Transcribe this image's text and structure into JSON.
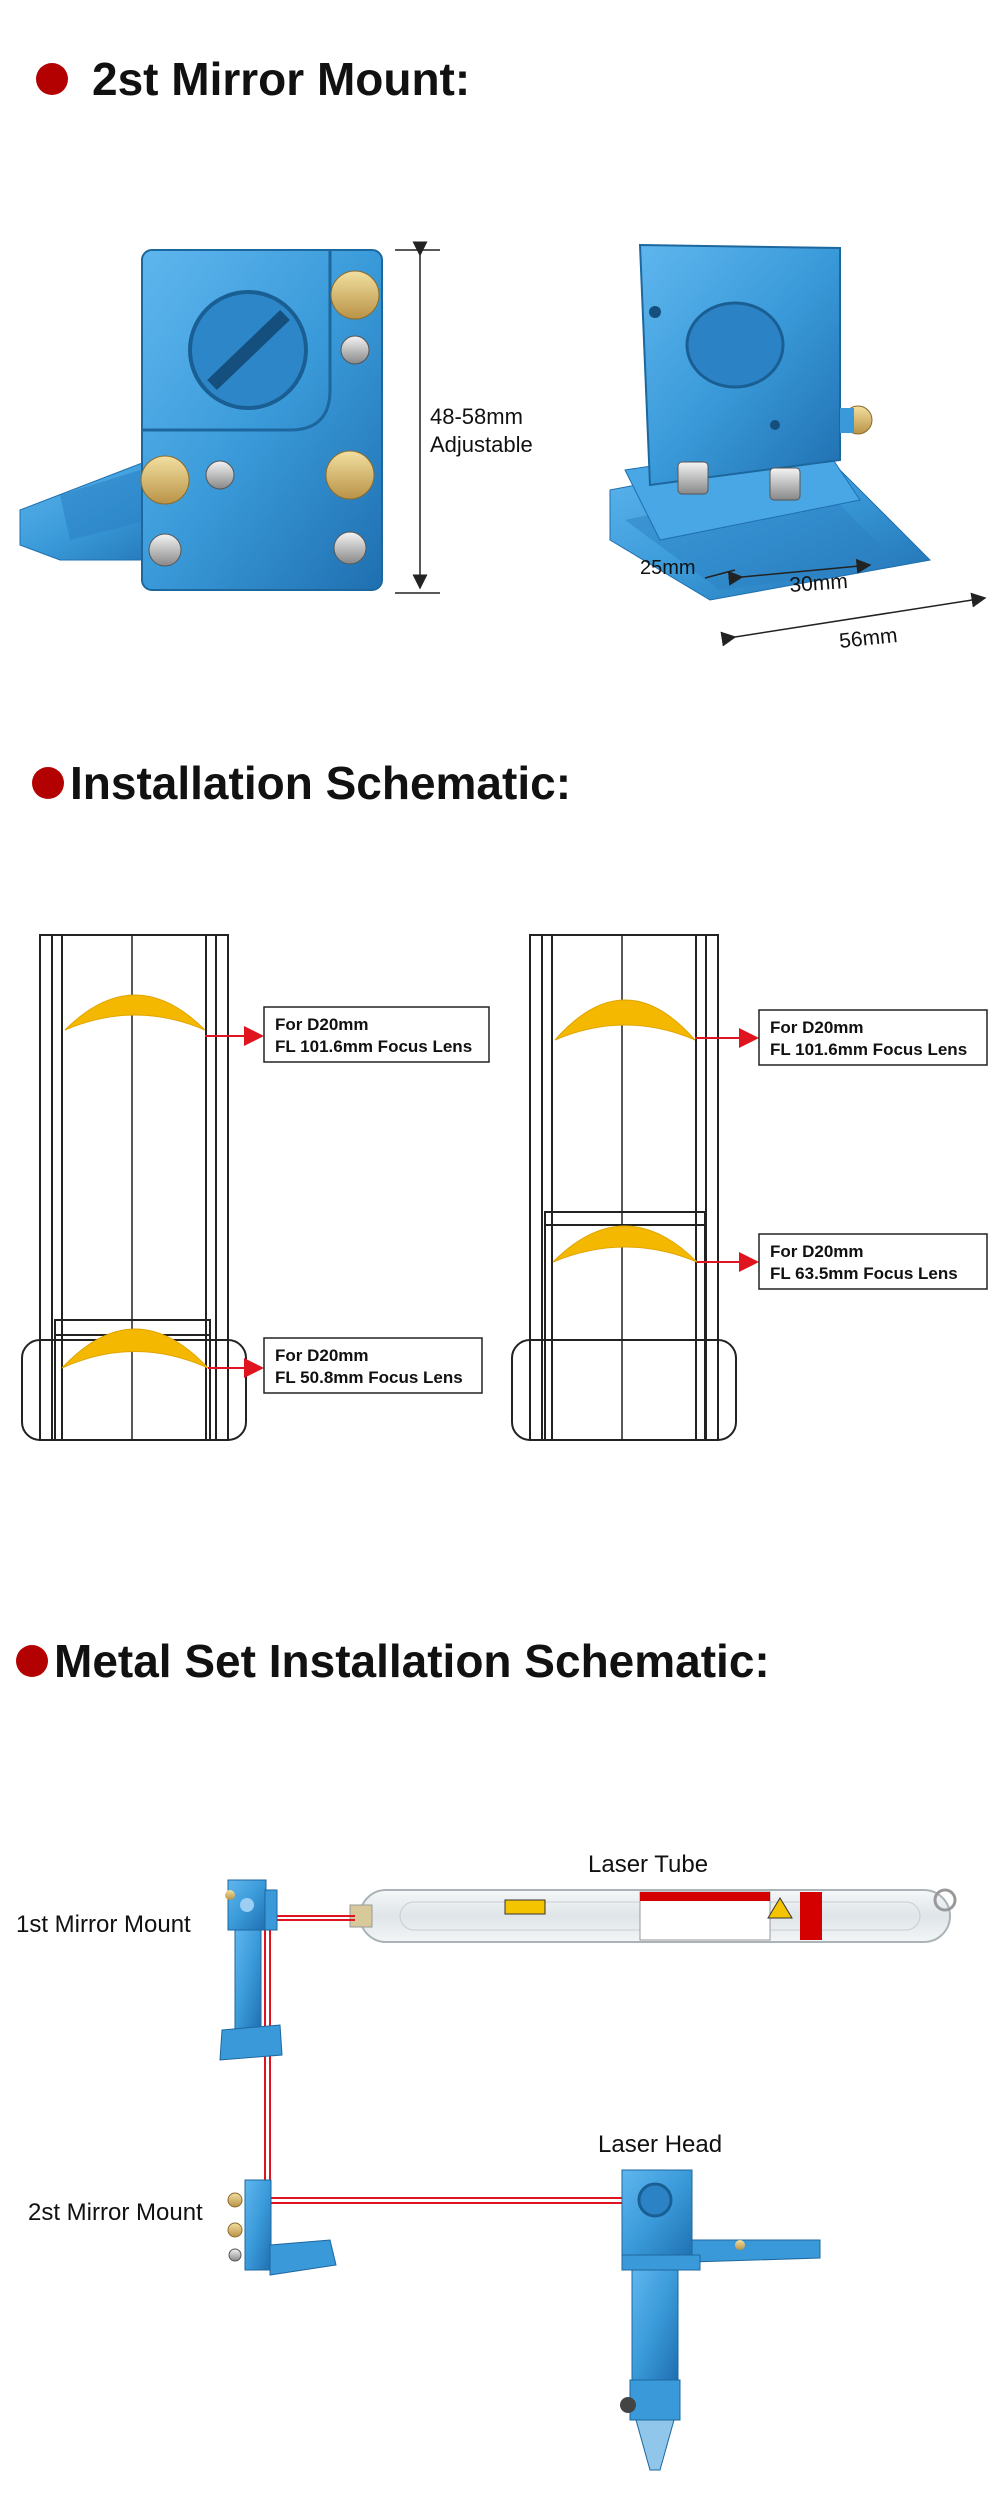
{
  "sections": {
    "mirror_mount": {
      "title": "2st Mirror Mount:",
      "height_dim": "48-58mm",
      "height_note": "Adjustable",
      "dim_25": "25mm",
      "dim_30": "30mm",
      "dim_56": "56mm"
    },
    "installation": {
      "title": "Installation Schematic:",
      "left": {
        "top_box": [
          "For D20mm",
          "FL 101.6mm Focus Lens"
        ],
        "bottom_box": [
          "For D20mm",
          "FL 50.8mm Focus Lens"
        ]
      },
      "right": {
        "top_box": [
          "For D20mm",
          "FL 101.6mm Focus Lens"
        ],
        "bottom_box": [
          "For D20mm",
          "FL 63.5mm Focus Lens"
        ]
      }
    },
    "metal_set": {
      "title": "Metal Set Installation Schematic:",
      "laser_tube": "Laser Tube",
      "first_mount": "1st Mirror Mount",
      "second_mount": "2st Mirror Mount",
      "laser_head": "Laser Head"
    }
  },
  "colors": {
    "accent_dot": "#b30000",
    "metal_blue": "#3a9ad9",
    "lens": "#f5b800",
    "beam": "#e0141e"
  }
}
